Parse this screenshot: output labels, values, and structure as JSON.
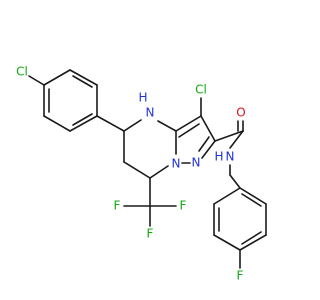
{
  "atoms": {
    "cl_aryl": "Cl",
    "cl_pyrazole": "Cl",
    "nh_ring": "H",
    "nh_ring_n": "N",
    "n_bridge": "N",
    "n_pyrazole": "N",
    "o_carbonyl": "O",
    "n_amide": "N",
    "h_amide": "H",
    "f_cf3_1": "F",
    "f_cf3_2": "F",
    "f_cf3_3": "F",
    "f_aryl": "F"
  },
  "colors": {
    "carbon": "#1a1a1a",
    "nitrogen": "#2233dd",
    "oxygen": "#dd1111",
    "halogen": "#11aa11"
  }
}
